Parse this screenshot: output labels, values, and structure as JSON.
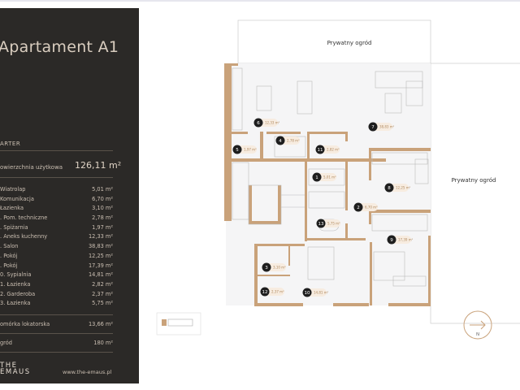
{
  "panel": {
    "title": "Apartament A1",
    "section": "ARTER",
    "total_label": "owierzchnia użytkowa",
    "total_value": "126,11 m²",
    "rooms": [
      {
        "name": "Wiatrolap",
        "area": "5,01 m²"
      },
      {
        "name": "Komunikacja",
        "area": "6,70 m²"
      },
      {
        "name": "Łazienka",
        "area": "3,10 m²"
      },
      {
        "name": ". Pom. techniczne",
        "area": "2,78 m²"
      },
      {
        "name": ". Spiżarnia",
        "area": "1,97 m²"
      },
      {
        "name": ". Aneks kuchenny",
        "area": "12,33 m²"
      },
      {
        "name": ". Salon",
        "area": "38,83 m²"
      },
      {
        "name": ". Pokój",
        "area": "12,25 m²"
      },
      {
        "name": ". Pokój",
        "area": "17,39 m²"
      },
      {
        "name": "0. Sypialnia",
        "area": "14,81 m²"
      },
      {
        "name": "1. Łazienka",
        "area": "2,82 m²"
      },
      {
        "name": "2. Garderoba",
        "area": "2,37 m²"
      },
      {
        "name": "3. Łazienka",
        "area": "5,75 m²"
      }
    ],
    "storage_label": "omórka lokatorska",
    "storage_value": "13,66 m²",
    "garden_label": "gród",
    "garden_value": "180 m²",
    "logo_line1": "THE",
    "logo_line2": "EMAUS",
    "url": "www.the-emaus.pl"
  },
  "plan": {
    "garden_top": "Prywatny ogród",
    "garden_right": "Prywatny ogród",
    "compass": "N",
    "labels": [
      {
        "n": "6",
        "a": "12,33 m²"
      },
      {
        "n": "7",
        "a": "38,83 m²"
      },
      {
        "n": "4",
        "a": "2,78 m²"
      },
      {
        "n": "5",
        "a": "1,97 m²"
      },
      {
        "n": "11",
        "a": "2,82 m²"
      },
      {
        "n": "1",
        "a": "5,01 m²"
      },
      {
        "n": "8",
        "a": "12,25 m²"
      },
      {
        "n": "2",
        "a": "6,70 m²"
      },
      {
        "n": "13",
        "a": "5,75 m²"
      },
      {
        "n": "9",
        "a": "17,39 m²"
      },
      {
        "n": "3",
        "a": "3,10 m²"
      },
      {
        "n": "12",
        "a": "2,37 m²"
      },
      {
        "n": "10",
        "a": "14,81 m²"
      }
    ]
  },
  "colors": {
    "panel": "#2b2927",
    "accent": "#c9a27a"
  }
}
